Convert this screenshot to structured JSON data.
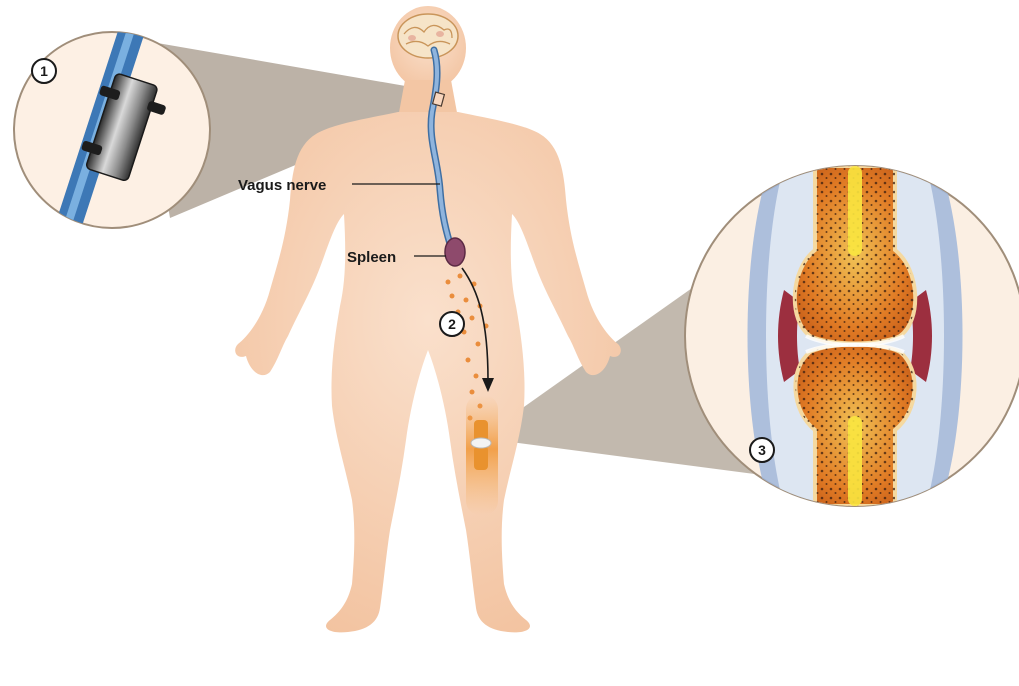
{
  "labels": {
    "vagus_nerve": "Vagus nerve",
    "spleen": "Spleen"
  },
  "steps": [
    "1",
    "2",
    "3"
  ],
  "colors": {
    "skin": "#f4c7a6",
    "skin_light": "#fbe3d1",
    "nerve": "#6e98c8",
    "spleen": "#8e4a6c",
    "cells": "#e88a3a",
    "leg_highlight": "#f2a64e",
    "bone": "#e07a24",
    "marrow": "#f7e13a",
    "cartilage": "#8aa9d8",
    "inflamed": "#9c2f3f",
    "callout_shadow": "#a08e7a"
  }
}
